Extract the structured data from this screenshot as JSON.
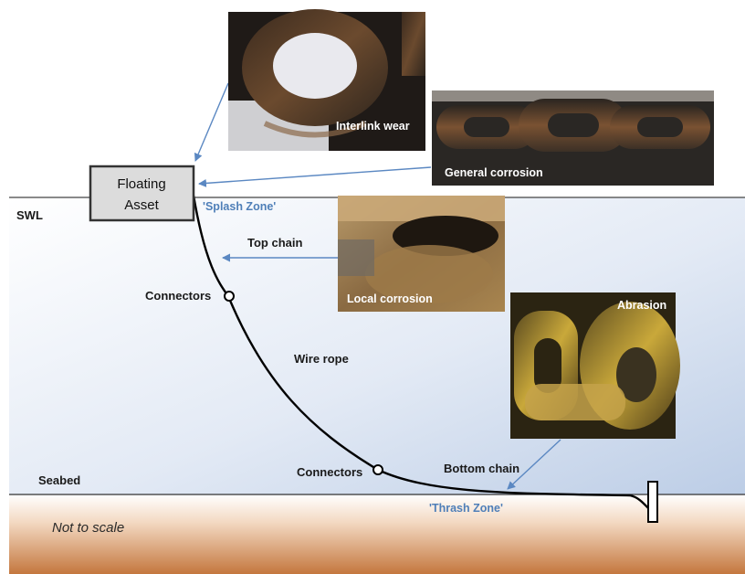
{
  "asset": {
    "line1": "Floating",
    "line2": "Asset"
  },
  "levels": {
    "swl": "SWL",
    "seabed": "Seabed"
  },
  "zones": {
    "splash": "'Splash Zone'",
    "thrash": "'Thrash Zone'"
  },
  "labels": {
    "top_chain": "Top chain",
    "connectors_upper": "Connectors",
    "wire_rope": "Wire rope",
    "connectors_lower": "Connectors",
    "bottom_chain": "Bottom chain"
  },
  "photos": {
    "interlink_wear": "Interlink wear",
    "general_corrosion": "General corrosion",
    "local_corrosion": "Local corrosion",
    "abrasion": "Abrasion"
  },
  "note": "Not to scale",
  "colors": {
    "sea_top": "#ffffff",
    "sea_bottom": "#bccde6",
    "seabed_top": "#ffffff",
    "seabed_bottom": "#c4773e",
    "arrow": "#5b88c2",
    "zone_text": "#4f7fb8"
  }
}
